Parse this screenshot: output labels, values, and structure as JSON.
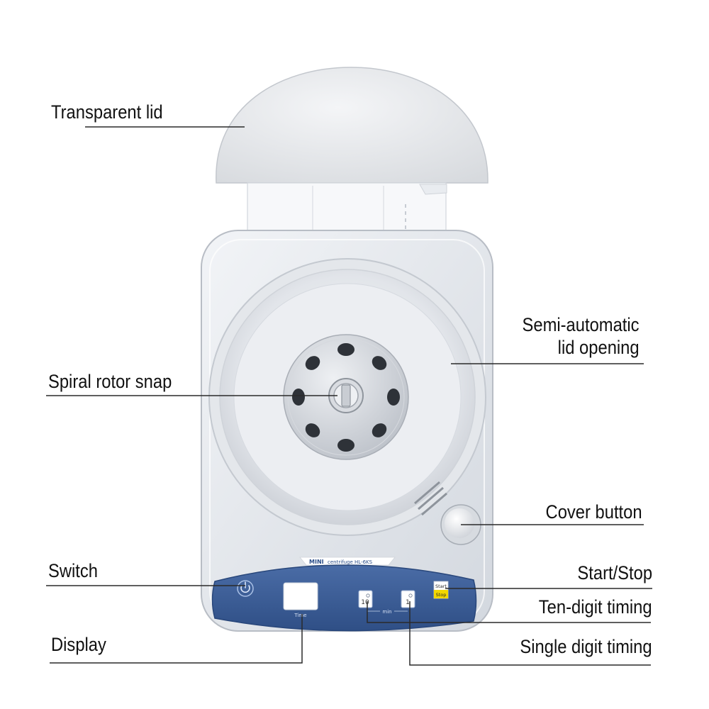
{
  "labels": {
    "transparent_lid": "Transparent lid",
    "spiral_rotor_snap": "Spiral rotor snap",
    "switch": "Switch",
    "display": "Display",
    "semi_automatic_line1": "Semi-automatic",
    "semi_automatic_line2": "lid opening",
    "cover_button": "Cover button",
    "start_stop": "Start/Stop",
    "ten_digit_timing": "Ten-digit timing",
    "single_digit_timing": "Single digit timing"
  },
  "device": {
    "brand_mini": "MINI",
    "model_text": "centrifuge  HL-6KS",
    "display_caption": "Time",
    "ten_key_label": "10",
    "single_key_label": "1",
    "min_label": "min",
    "start_label": "Start",
    "stop_label": "Stop"
  },
  "colors": {
    "panel_blue": "#3c5e98",
    "body_gray": "#e6e9ee",
    "start_yellow": "#f3d800",
    "leader_line": "#2a2a2a"
  },
  "icons": [
    "power-icon"
  ]
}
